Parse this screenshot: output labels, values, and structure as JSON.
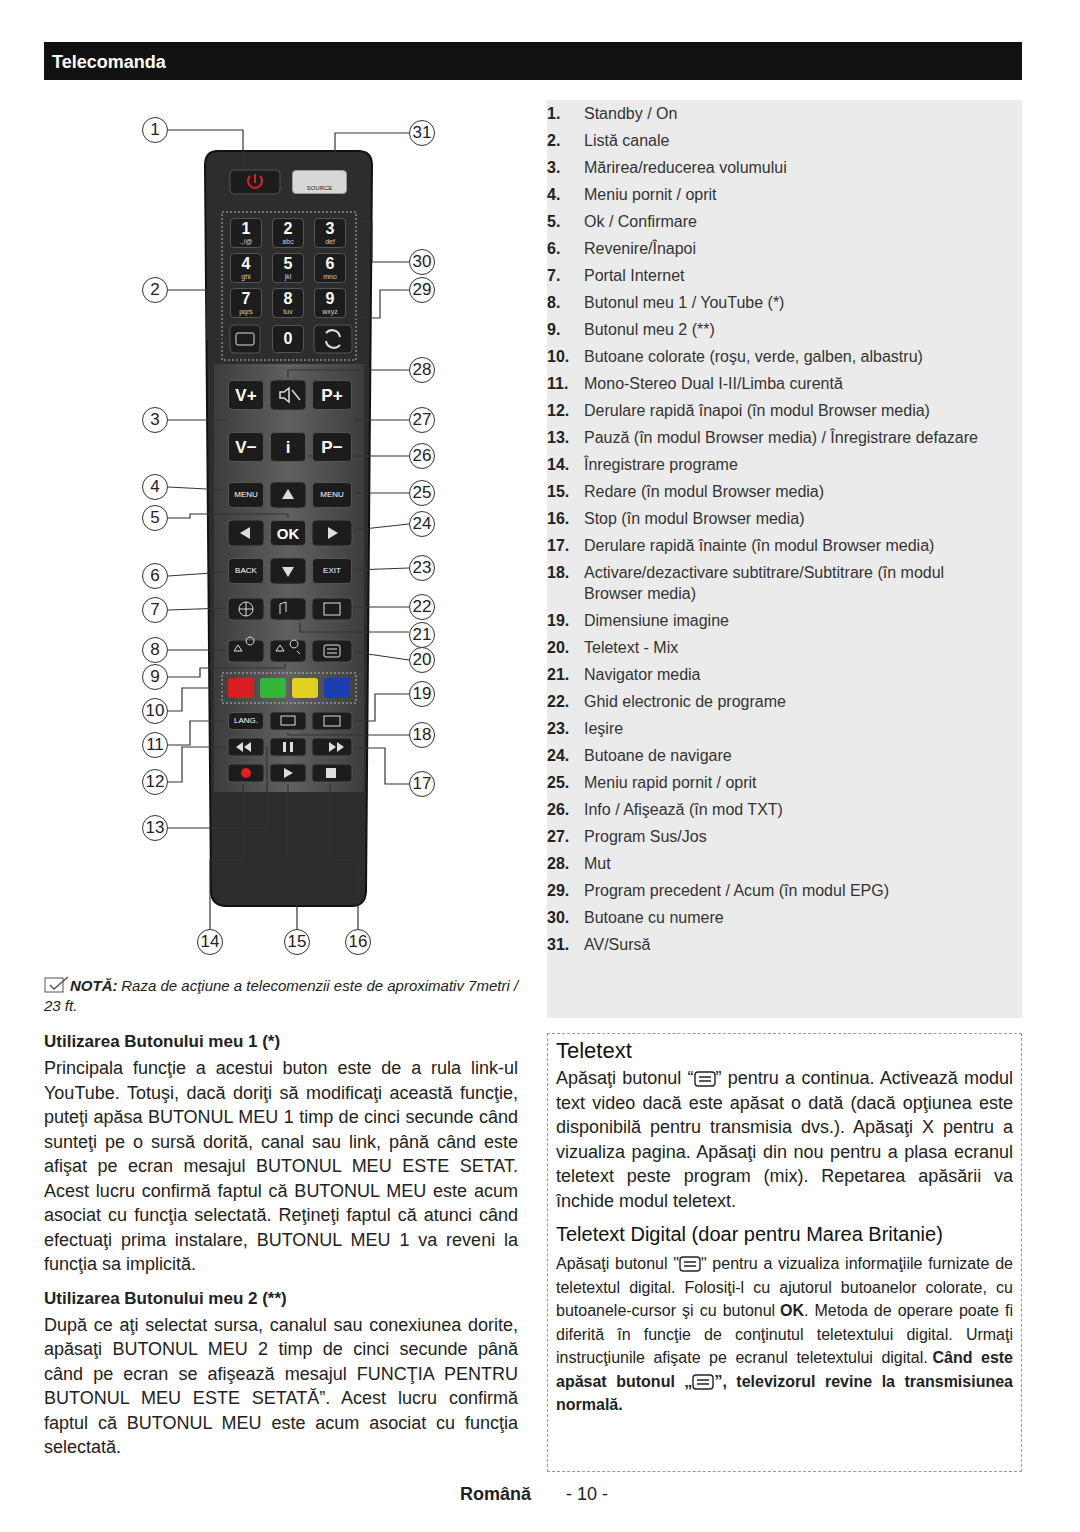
{
  "diagram": {
    "title": "Telecomanda",
    "nodes": [
      {
        "text": [
          "SOURCE"
        ]
      },
      {
        "text": [
          "1",
          ".,/@"
        ]
      },
      {
        "text": [
          "2",
          "abc"
        ]
      },
      {
        "text": [
          "3",
          "def"
        ]
      },
      {
        "text": [
          "4",
          "ghi"
        ]
      },
      {
        "text": [
          "5",
          "jkl"
        ]
      },
      {
        "text": [
          "6",
          "mno"
        ]
      },
      {
        "text": [
          "7",
          "pqrs"
        ]
      },
      {
        "text": [
          "8",
          "tuv"
        ]
      },
      {
        "text": [
          "9",
          "wxyz"
        ]
      },
      {
        "text": [
          "0"
        ]
      },
      {
        "text": [
          "V+"
        ]
      },
      {
        "text": [
          "P+"
        ]
      },
      {
        "text": [
          "V−"
        ]
      },
      {
        "text": [
          "i"
        ]
      },
      {
        "text": [
          "P−"
        ]
      },
      {
        "text": [
          "MENU"
        ]
      },
      {
        "text": [
          "MENU"
        ]
      },
      {
        "text": [
          "OK"
        ]
      },
      {
        "text": [
          "BACK"
        ]
      },
      {
        "text": [
          "EXIT"
        ]
      },
      {
        "text": [
          "LANG."
        ]
      },
      {
        "text": [
          "1.",
          "Standby / On",
          "2.",
          "Listă canale",
          "3.",
          "Mărirea/reducerea volumului",
          "4.",
          "Meniu pornit / oprit",
          "5.",
          "Ok / Confirmare",
          "6.",
          "Revenire/Înapoi",
          "7.",
          "Portal Internet",
          "8.",
          "Butonul meu 1 / YouTube (*)",
          "9.",
          "Butonul meu 2 (**)",
          "10.",
          "Butoane colorate (roşu, verde, galben, albastru)",
          "11.",
          "Mono-Stereo Dual I-II/Limba curentă",
          "12.",
          "Derulare rapidă înapoi (în modul Browser media)",
          "13.",
          "Pauză (în modul Browser media) / Înregistrare defazare",
          "14.",
          "Înregistrare programe",
          "15.",
          "Redare (în modul Browser media)",
          "16.",
          "Stop (în modul Browser media)",
          "17.",
          "Derulare rapidă înainte (în modul Browser media)",
          "18.",
          "Activare/dezactivare subtitrare/Subtitrare (în modul Browser media)",
          "19.",
          "Dimensiune imagine",
          "20.",
          "Teletext - Mix",
          "21.",
          "Navigator media",
          "22.",
          "Ghid electronic de programe",
          "23.",
          "Ieşire",
          "24.",
          "Butoane de navigare",
          "25.",
          "Meniu rapid pornit / oprit",
          "26.",
          "Info / Afişează (în mod TXT)",
          "27.",
          "Program Sus/Jos",
          "28.",
          "Mut",
          "29.",
          "Program precedent / Acum (în modul EPG)",
          "30.",
          "Butoane cu numere",
          "31.",
          "AV/Sursă"
        ]
      },
      {
        "text": [
          "Teletext",
          "Apăsaţi butonul “",
          "” pentru a continua. Activează modul text video dacă este apăsat o dată (dacă opţiunea este disponibilă pentru transmisia dvs.). Apăsaţi X pentru a vizualiza pagina. Apăsaţi din nou pentru a plasa ecranul teletext peste program (mix). Repetarea apăsării va închide modul teletext.",
          "Teletext Digital (doar pentru Marea Britanie)",
          "Apăsaţi butonul \"",
          "\" pentru a vizualiza informaţiile furnizate de teletextul digital. Folosiţi-l cu ajutorul butoanelor colorate, cu butoanele-cursor şi cu butonul",
          "OK",
          ". Metoda de operare poate fi diferită în funcţie de conţinutul teletextului digital. Urmaţi instrucţiunile afişate pe ecranul teletextului digital.",
          "Când este apăsat butonul „",
          "”, televizorul revine la transmisiunea normală."
        ]
      }
    ],
    "labels": [
      "1",
      "31",
      "2",
      "30",
      "29",
      "28",
      "3",
      "27",
      "26",
      "4",
      "25",
      "5",
      "24",
      "6",
      "23",
      "7",
      "22",
      "21",
      "8",
      "20",
      "9",
      "19",
      "10",
      "18",
      "11",
      "12",
      "17",
      "13",
      "14",
      "15",
      "16",
      "NOTĂ:",
      "Raza de acţiune a telecomenzii este de aproximativ 7metri / 23 ft.",
      "Utilizarea Butonului meu 1 (*)",
      "Principala funcţie a acestui buton este de a rula link-ul YouTube. Totuşi, dacă doriţi să modificaţi această funcţie, puteţi apăsa BUTONUL MEU 1 timp de cinci secunde când sunteţi pe o sursă dorită, canal sau link, până când este afişat pe ecran mesajul BUTONUL MEU ESTE SETAT. Acest lucru confirmă faptul că BUTONUL MEU este acum asociat cu funcţia selectată. Reţineţi faptul că atunci când efectuaţi prima instalare, BUTONUL MEU 1 va reveni la funcţia sa implicită.",
      "Utilizarea Butonului meu 2 (**)",
      "După ce aţi selectat sursa, canalul sau conexiunea dorite, apăsaţi BUTONUL MEU 2 timp de cinci secunde până când pe ecran se afişează mesajul FUNCŢIA PENTRU BUTONUL MEU ESTE SETATĂ”. Acest lucru confirmă faptul că BUTONUL MEU este acum asociat cu funcţia selectată.",
      "Română",
      "- 10 -"
    ]
  }
}
